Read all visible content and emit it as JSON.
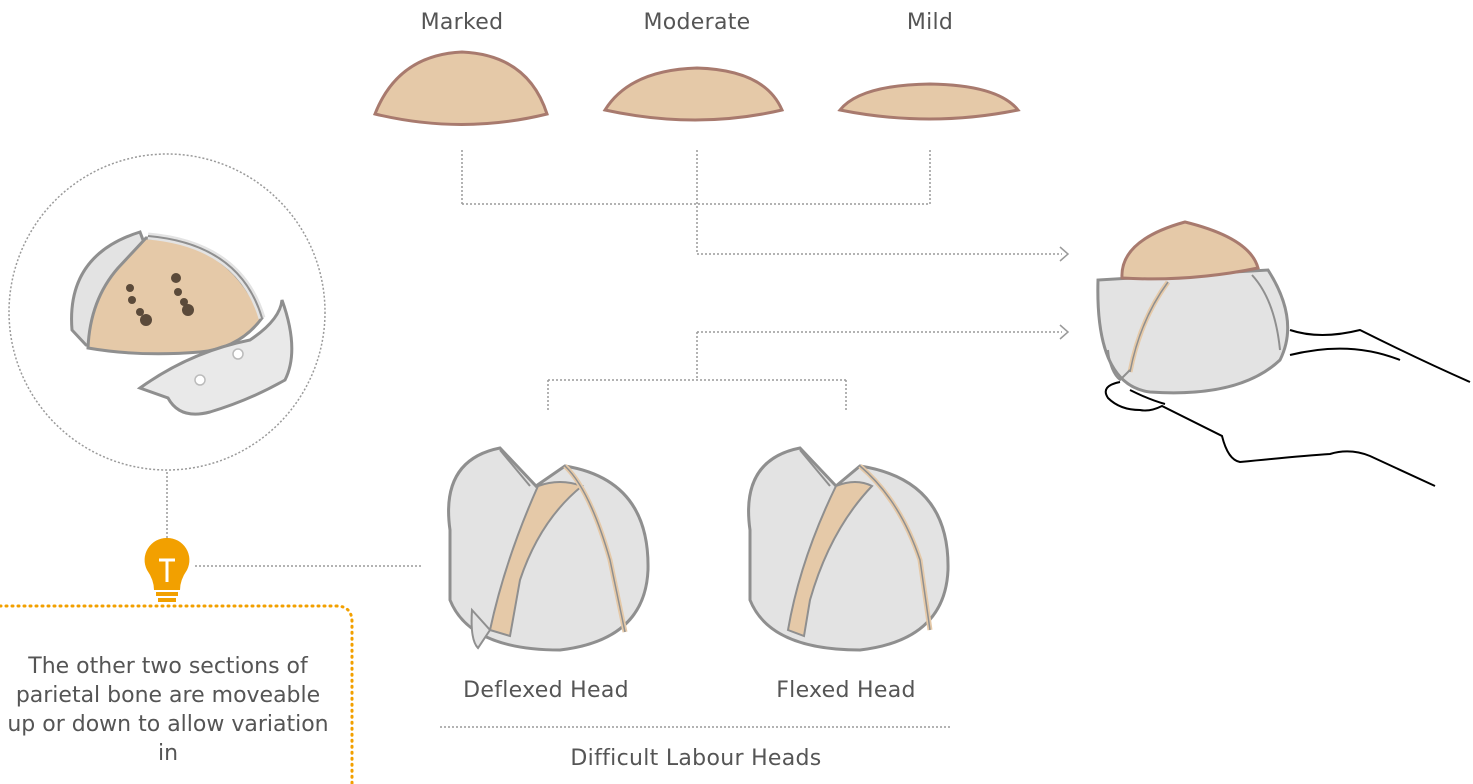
{
  "curvature": {
    "marked_label": "Marked",
    "moderate_label": "Moderate",
    "mild_label": "Mild"
  },
  "heads": {
    "deflexed_label": "Deflexed Head",
    "flexed_label": "Flexed Head",
    "group_label": "Difficult Labour Heads"
  },
  "tip": {
    "text": "The other two sections of parietal bone are moveable up or down to allow variation in",
    "icon": "lightbulb-icon"
  },
  "colors": {
    "bone": "#e5c9a8",
    "bone_stroke": "#a87a6e",
    "skull": "#e3e3e3",
    "skull_stroke": "#8f8f8f",
    "tip_accent": "#f2a000",
    "connector": "#9a9a9a"
  }
}
